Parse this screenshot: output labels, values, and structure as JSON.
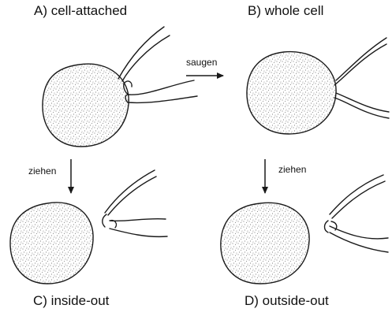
{
  "panels": {
    "a": {
      "title": "A) cell-attached"
    },
    "b": {
      "title": "B) whole cell"
    },
    "c": {
      "title": "C) inside-out"
    },
    "d": {
      "title": "D) outside-out"
    }
  },
  "arrows": {
    "saugen": "saugen",
    "ziehen_left": "ziehen",
    "ziehen_right": "ziehen"
  },
  "colors": {
    "ink": "#1a1a1a",
    "stipple": "#6a6a6a",
    "background": "#ffffff"
  }
}
